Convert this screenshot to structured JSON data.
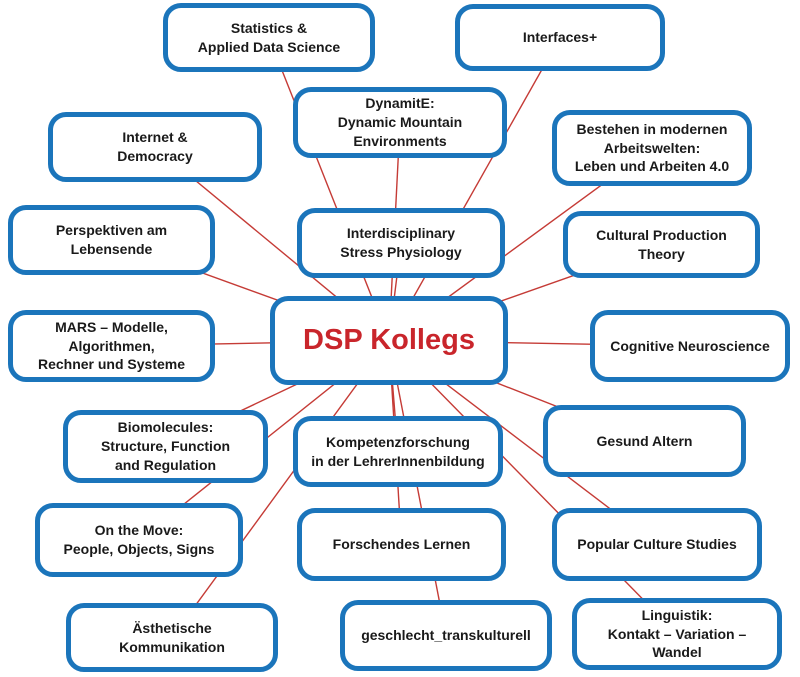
{
  "diagram": {
    "type": "mindmap",
    "center": {
      "label": "DSP Kollegs"
    },
    "colors": {
      "node_border": "#1b75bb",
      "connector": "#c53b36",
      "center_text": "#c9252b",
      "node_text": "#1a1a1a",
      "background": "#ffffff"
    },
    "nodes": [
      {
        "id": "statistics-applied-data-science",
        "label": "Statistics &\nApplied Data Science"
      },
      {
        "id": "interfaces-plus",
        "label": "Interfaces+"
      },
      {
        "id": "dynamite-dynamic-mountain-environments",
        "label": "DynamitE:\nDynamic Mountain\nEnvironments"
      },
      {
        "id": "internet-democracy",
        "label": "Internet &\nDemocracy"
      },
      {
        "id": "bestehen-in-modernen-arbeitswelten",
        "label": "Bestehen in modernen\nArbeitswelten:\nLeben und Arbeiten 4.0"
      },
      {
        "id": "perspektiven-am-lebensende",
        "label": "Perspektiven am Lebensende"
      },
      {
        "id": "interdisciplinary-stress-physiology",
        "label": "Interdisciplinary\nStress Physiology"
      },
      {
        "id": "cultural-production-theory",
        "label": "Cultural Production Theory"
      },
      {
        "id": "mars-modelle-algorithmen",
        "label": "MARS – Modelle, Algorithmen,\nRechner und Systeme"
      },
      {
        "id": "cognitive-neuroscience",
        "label": "Cognitive Neuroscience"
      },
      {
        "id": "biomolecules-structure-function-regulation",
        "label": "Biomolecules:\nStructure, Function\nand Regulation"
      },
      {
        "id": "kompetenzforschung-lehrerinnenbildung",
        "label": "Kompetenzforschung\nin der LehrerInnenbildung"
      },
      {
        "id": "gesund-altern",
        "label": "Gesund Altern"
      },
      {
        "id": "on-the-move",
        "label": "On the Move:\nPeople, Objects, Signs"
      },
      {
        "id": "forschendes-lernen",
        "label": "Forschendes Lernen"
      },
      {
        "id": "popular-culture-studies",
        "label": "Popular Culture Studies"
      },
      {
        "id": "aesthetische-kommunikation",
        "label": "Ästhetische Kommunikation"
      },
      {
        "id": "geschlecht-transkulturell",
        "label": "geschlecht_transkulturell"
      },
      {
        "id": "linguistik-kontakt-variation-wandel",
        "label": "Linguistik:\nKontakt – Variation – Wandel"
      }
    ]
  }
}
